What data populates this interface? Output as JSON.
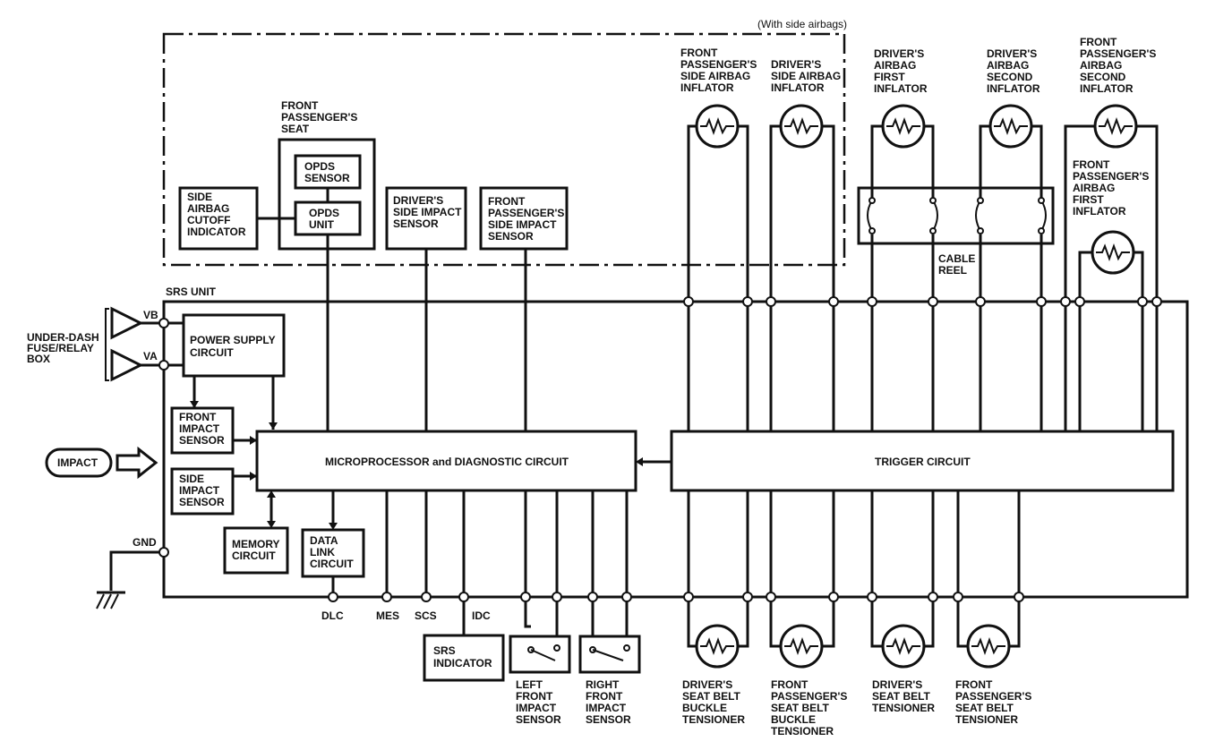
{
  "side_airbags_note": "(With side airbags)",
  "seat_label": [
    "FRONT",
    "PASSENGER'S",
    "SEAT"
  ],
  "opds_sensor": [
    "OPDS",
    "SENSOR"
  ],
  "opds_unit": [
    "OPDS",
    "UNIT"
  ],
  "cutoff_indicator": [
    "SIDE",
    "AIRBAG",
    "CUTOFF",
    "INDICATOR"
  ],
  "driver_side_impact": [
    "DRIVER'S",
    "SIDE IMPACT",
    "SENSOR"
  ],
  "passenger_side_impact": [
    "FRONT",
    "PASSENGER'S",
    "SIDE IMPACT",
    "SENSOR"
  ],
  "fp_side_inflator": [
    "FRONT",
    "PASSENGER'S",
    "SIDE AIRBAG",
    "INFLATOR"
  ],
  "drv_side_inflator": [
    "DRIVER'S",
    "SIDE AIRBAG",
    "INFLATOR"
  ],
  "drv_first_inflator": [
    "DRIVER'S",
    "AIRBAG",
    "FIRST",
    "INFLATOR"
  ],
  "drv_second_inflator": [
    "DRIVER'S",
    "AIRBAG",
    "SECOND",
    "INFLATOR"
  ],
  "fp_second_inflator": [
    "FRONT",
    "PASSENGER'S",
    "AIRBAG",
    "SECOND",
    "INFLATOR"
  ],
  "fp_first_inflator": [
    "FRONT",
    "PASSENGER'S",
    "AIRBAG",
    "FIRST",
    "INFLATOR"
  ],
  "cable_reel": [
    "CABLE",
    "REEL"
  ],
  "srs_unit": "SRS UNIT",
  "vb": "VB",
  "va": "VA",
  "gnd": "GND",
  "fuse_box": [
    "UNDER-DASH",
    "FUSE/RELAY",
    "BOX"
  ],
  "power_supply": [
    "POWER SUPPLY",
    "CIRCUIT"
  ],
  "front_impact": [
    "FRONT",
    "IMPACT",
    "SENSOR"
  ],
  "side_impact": [
    "SIDE",
    "IMPACT",
    "SENSOR"
  ],
  "impact": "IMPACT",
  "micro": "MICROPROCESSOR and DIAGNOSTIC CIRCUIT",
  "trigger": "TRIGGER CIRCUIT",
  "memory": [
    "MEMORY",
    "CIRCUIT"
  ],
  "data_link": [
    "DATA",
    "LINK",
    "CIRCUIT"
  ],
  "dlc": "DLC",
  "mes": "MES",
  "scs": "SCS",
  "idc": "IDC",
  "srs_indicator": [
    "SRS",
    "INDICATOR"
  ],
  "left_front": [
    "LEFT",
    "FRONT",
    "IMPACT",
    "SENSOR"
  ],
  "right_front": [
    "RIGHT",
    "FRONT",
    "IMPACT",
    "SENSOR"
  ],
  "drv_buckle": [
    "DRIVER'S",
    "SEAT BELT",
    "BUCKLE",
    "TENSIONER"
  ],
  "fp_buckle": [
    "FRONT",
    "PASSENGER'S",
    "SEAT BELT",
    "BUCKLE",
    "TENSIONER"
  ],
  "drv_tensioner": [
    "DRIVER'S",
    "SEAT BELT",
    "TENSIONER"
  ],
  "fp_tensioner": [
    "FRONT",
    "PASSENGER'S",
    "SEAT BELT",
    "TENSIONER"
  ]
}
